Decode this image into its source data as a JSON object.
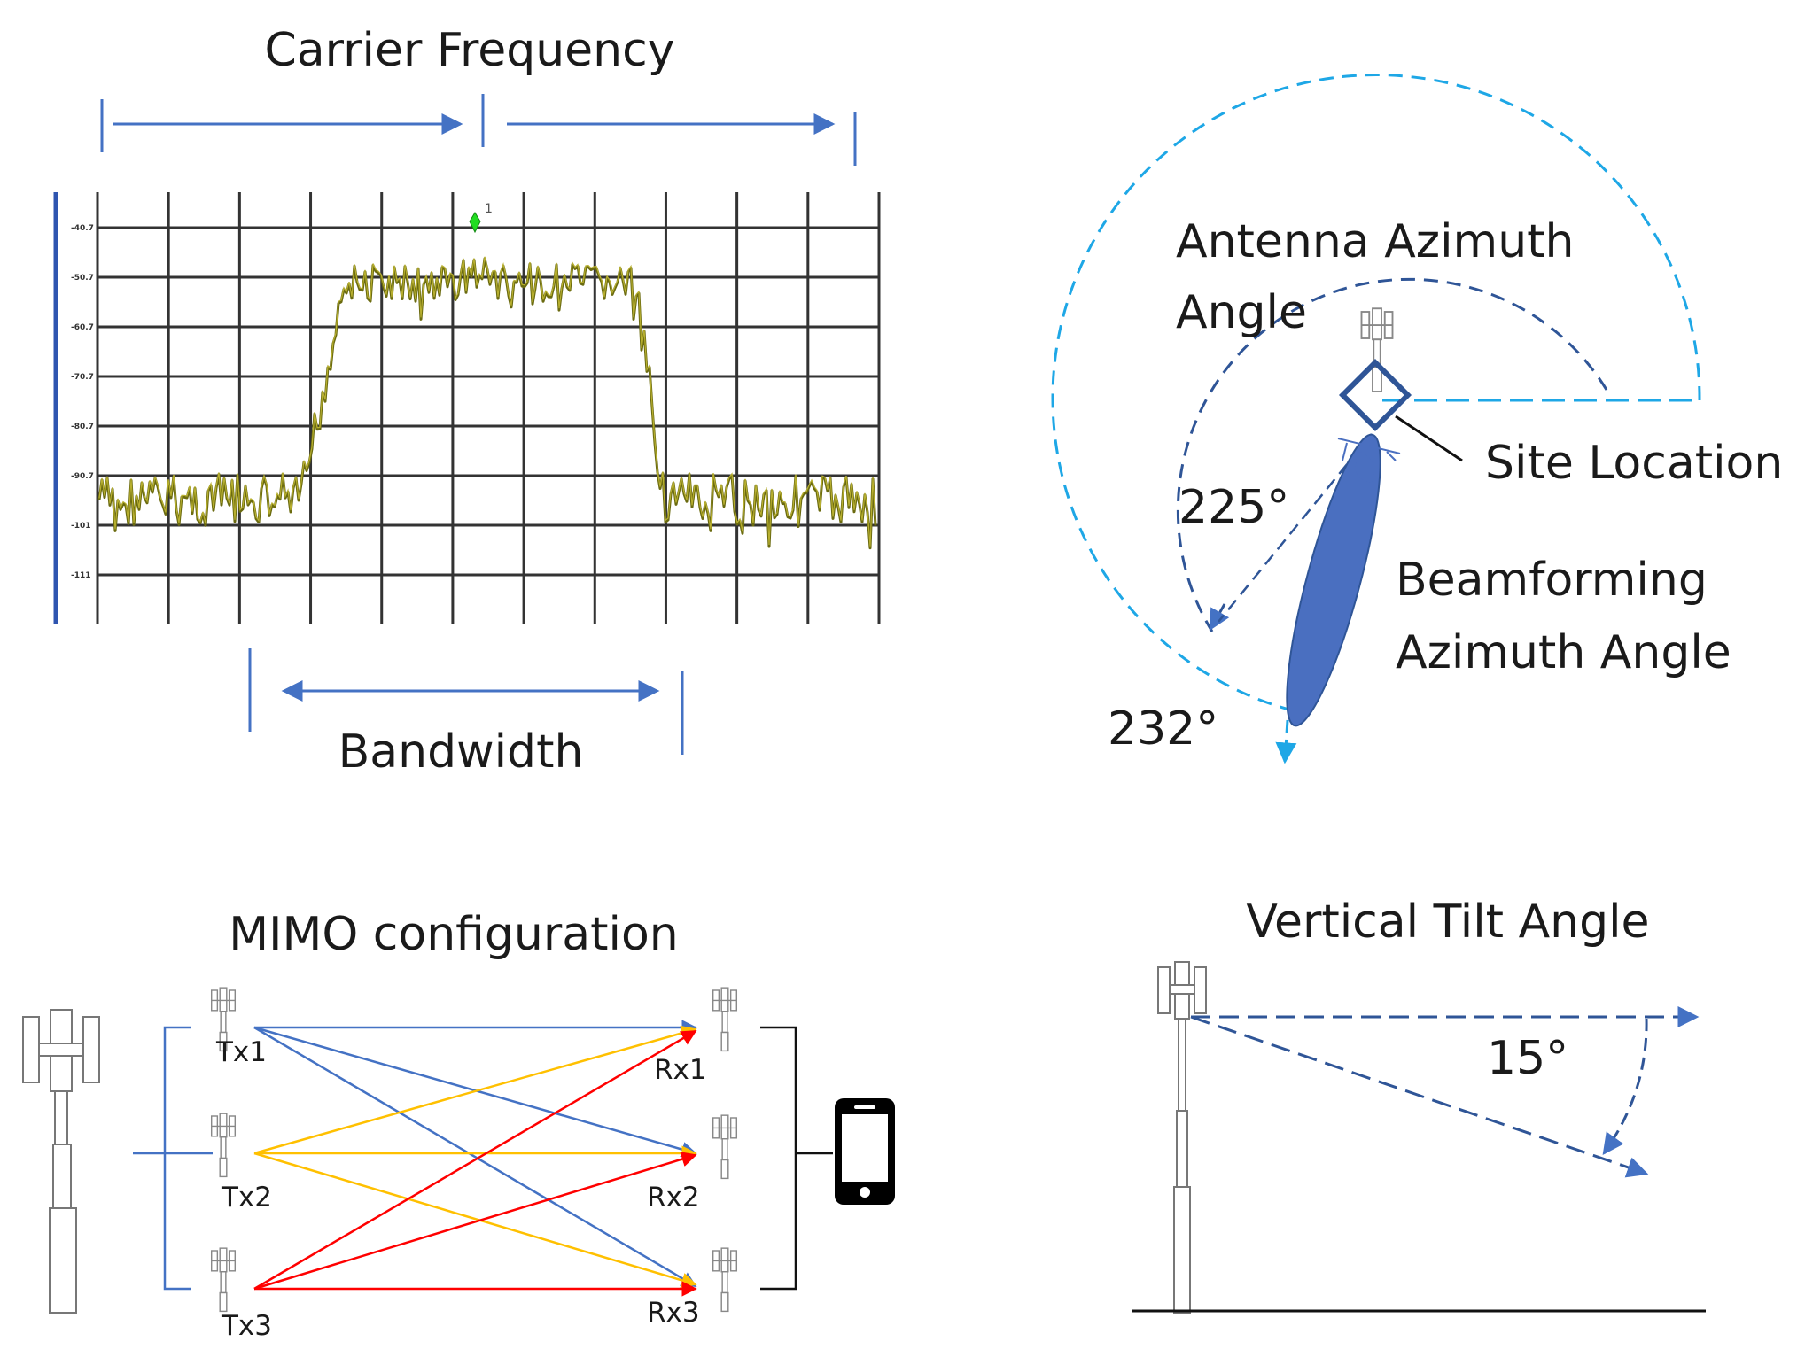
{
  "spectrum": {
    "title": "Carrier Frequency",
    "bandwidth_label": "Bandwidth",
    "y_ticks": [
      "-40.7",
      "-50.7",
      "-60.7",
      "-70.7",
      "-80.7",
      "-90.7",
      "-101",
      "-111"
    ],
    "marker_label": "1"
  },
  "azimuth": {
    "antenna_label_line1": "Antenna Azimuth",
    "antenna_label_line2": "Angle",
    "site_label": "Site Location",
    "beam_label_line1": "Beamforming",
    "beam_label_line2": "Azimuth Angle",
    "antenna_angle": "225°",
    "beam_angle": "232°"
  },
  "mimo": {
    "title": "MIMO configuration",
    "tx": [
      "Tx1",
      "Tx2",
      "Tx3"
    ],
    "rx": [
      "Rx1",
      "Rx2",
      "Rx3"
    ],
    "colors": {
      "tx1": "#4472c4",
      "tx2": "#ffc000",
      "tx3": "#ff0000"
    }
  },
  "tilt": {
    "title": "Vertical Tilt Angle",
    "angle": "15°"
  },
  "colors": {
    "blue": "#4472c4",
    "dark_blue": "#2f5597",
    "light_blue": "#1ea7e6",
    "trace": "#6b6b10",
    "grid": "#333333"
  }
}
